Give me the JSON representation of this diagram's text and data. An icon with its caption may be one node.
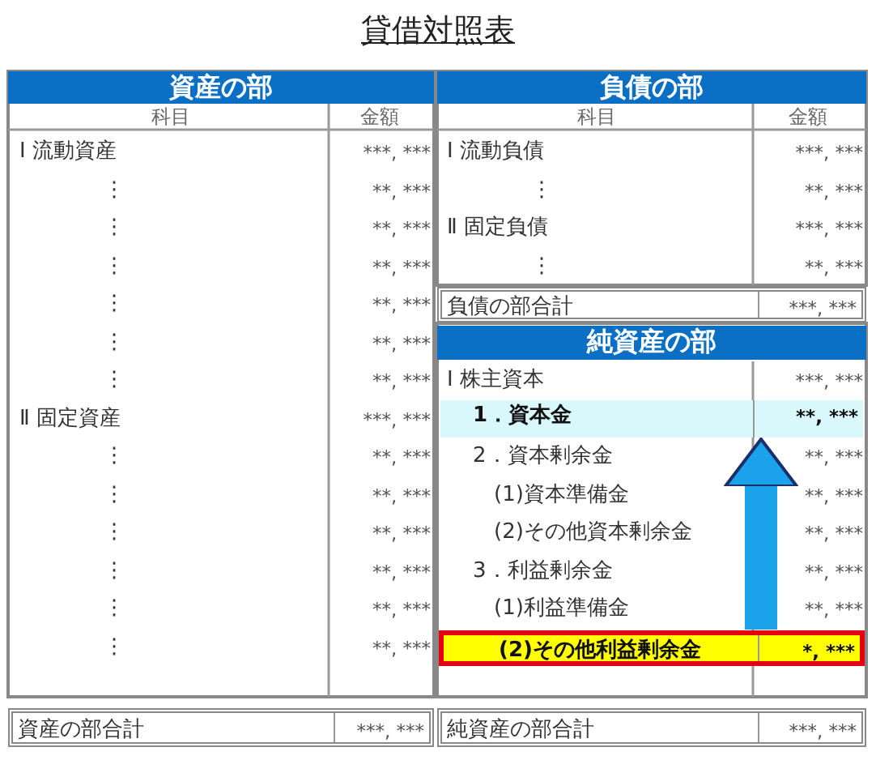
{
  "diagram": {
    "title": "貸借対照表",
    "nodes": [
      {
        "text": [
          "資産の部"
        ]
      },
      {
        "text": [
          "負債の部"
        ]
      },
      {
        "text": [
          "負債の部合計",
          "***, ***"
        ]
      },
      {
        "text": [
          "純資産の部"
        ]
      },
      {
        "text": [
          "1．資本金",
          "**, ***"
        ]
      },
      {
        "text": [
          "(2)その他利益剰余金",
          "*, ***"
        ]
      },
      {
        "text": [
          "資産の部合計",
          "***, ***"
        ]
      },
      {
        "text": [
          "純資産の部合計",
          "***, ***"
        ]
      }
    ],
    "edges": [
      {
        "from": 5,
        "to": 4,
        "arrow": "to"
      }
    ],
    "labels": [
      "科目",
      "金額",
      "Ⅰ 流動資産",
      "***, ***",
      "⋮",
      "**, ***",
      "⋮",
      "**, ***",
      "⋮",
      "**, ***",
      "⋮",
      "**, ***",
      "⋮",
      "**, ***",
      "⋮",
      "**, ***",
      "Ⅱ 固定資産",
      "***, ***",
      "⋮",
      "**, ***",
      "⋮",
      "**, ***",
      "⋮",
      "**, ***",
      "⋮",
      "**, ***",
      "⋮",
      "**, ***",
      "⋮",
      "**, ***",
      "科目",
      "金額",
      "Ⅰ 流動負債",
      "***, ***",
      "⋮",
      "**, ***",
      "Ⅱ 固定負債",
      "***, ***",
      "⋮",
      "**, ***",
      "Ⅰ 株主資本",
      "***, ***",
      "2．資本剰余金",
      "**, ***",
      "(1)資本準備金",
      "**, ***",
      "(2)その他資本剰余金",
      "**, ***",
      "3．利益剰余金",
      "**, ***",
      "(1)利益準備金",
      "**, ***"
    ]
  }
}
